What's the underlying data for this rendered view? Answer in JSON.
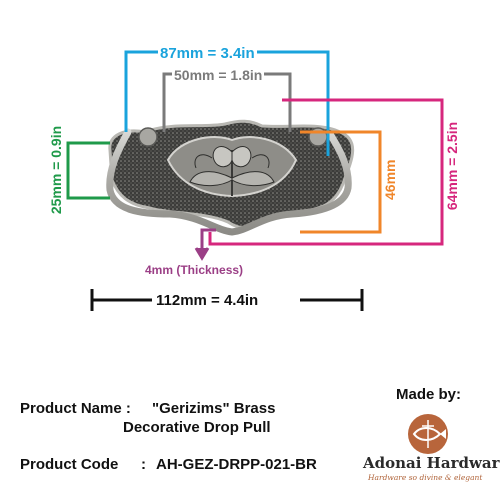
{
  "dimensions": {
    "width_outer": "87mm = 3.4in",
    "width_inner": "50mm = 1.8in",
    "height_left": "25mm = 0.9in",
    "height_mid": "46mm",
    "height_total": "64mm = 2.5in",
    "thickness": "4mm (Thickness)",
    "overall_width": "112mm = 4.4in"
  },
  "colors": {
    "blue": "#1aa3dc",
    "gray": "#7a7a7a",
    "green": "#1f9a4a",
    "orange": "#f0862a",
    "magenta": "#d6277d",
    "purple": "#9b3f86",
    "logo": "#b8653b"
  },
  "product": {
    "name_label": "Product Name :",
    "name_line1": "\"Gerizims\" Brass",
    "name_line2": "Decorative Drop Pull",
    "code_label": "Product Code",
    "code_sep": ":",
    "code_value": "AH-GEZ-DRPP-021-BR"
  },
  "brand": {
    "made_by": "Made by:",
    "name": "Adonai Hardware",
    "tagline": "Hardware so divine & elegant"
  }
}
